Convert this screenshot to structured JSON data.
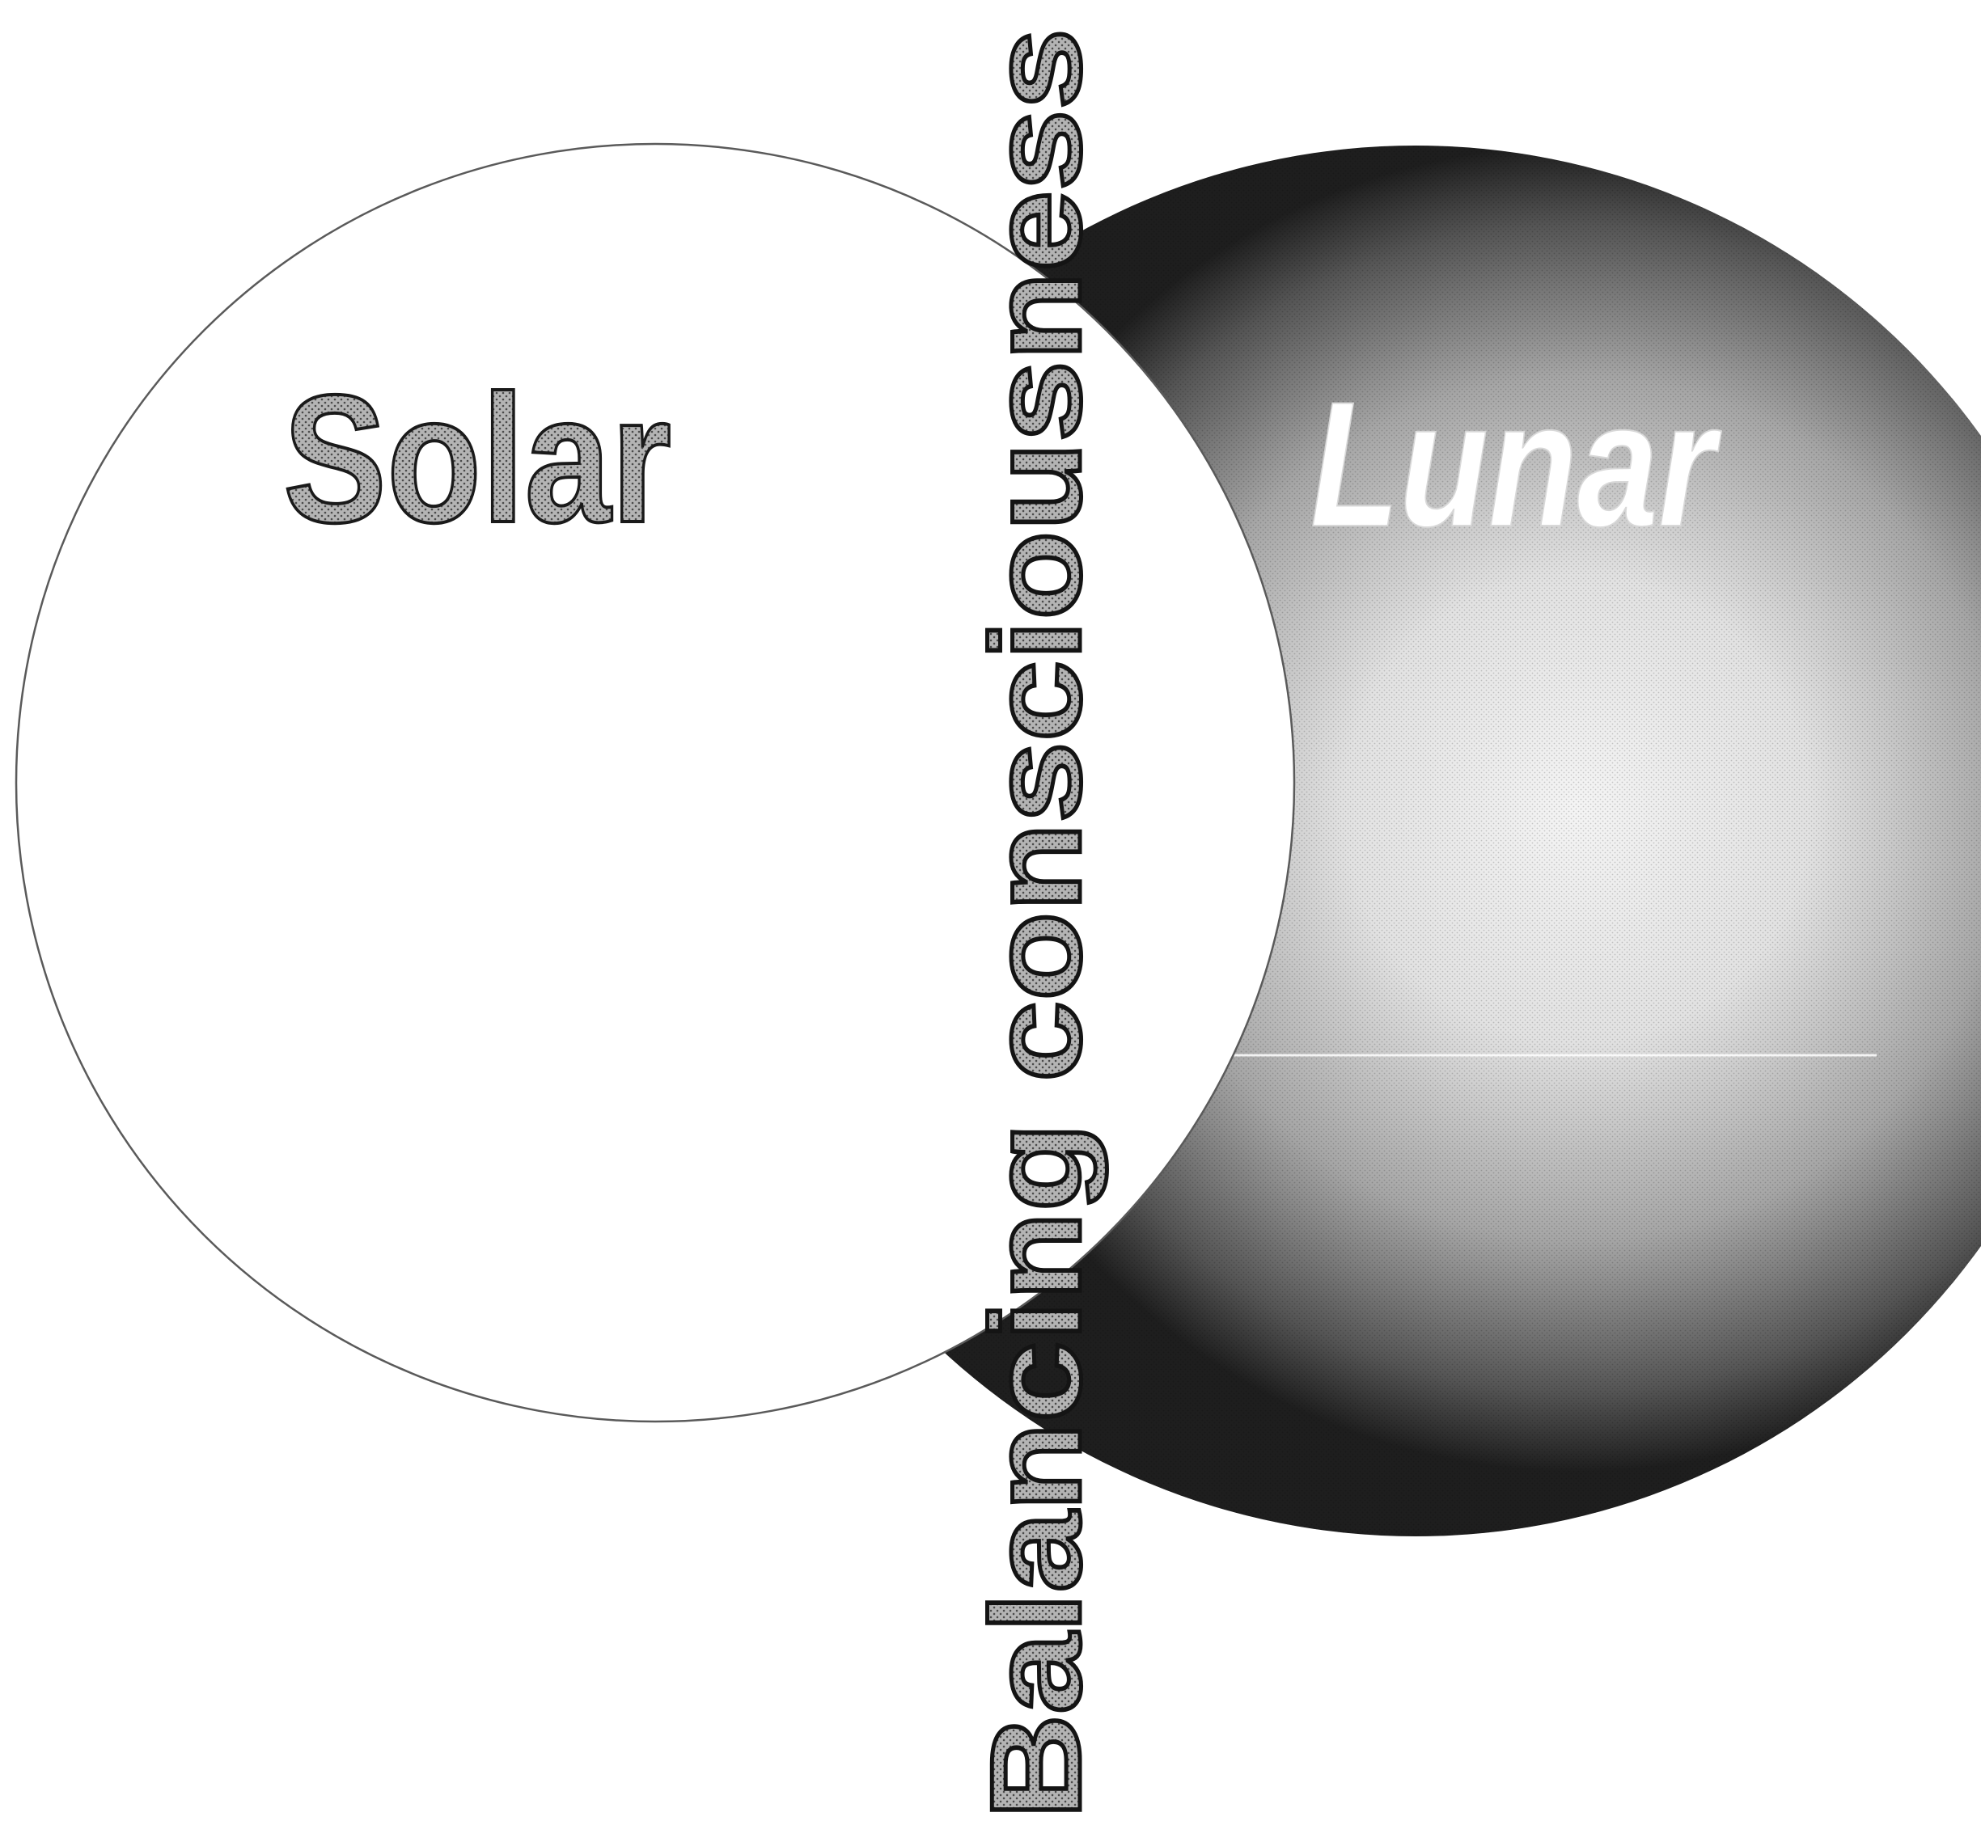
{
  "diagram": {
    "solar_label": "Solar",
    "lunar_label": "Lunar",
    "axis_label": "Balancing consciousness",
    "colors": {
      "background": "#ffffff",
      "solar_outline": "#555555",
      "lunar_dark": "#262626",
      "lunar_mid": "#8a8a8a",
      "lunar_light": "#f2f2f2",
      "text_fill": "#a8a8a8",
      "text_stroke": "#1a1a1a",
      "lunar_text": "#ffffff"
    }
  }
}
